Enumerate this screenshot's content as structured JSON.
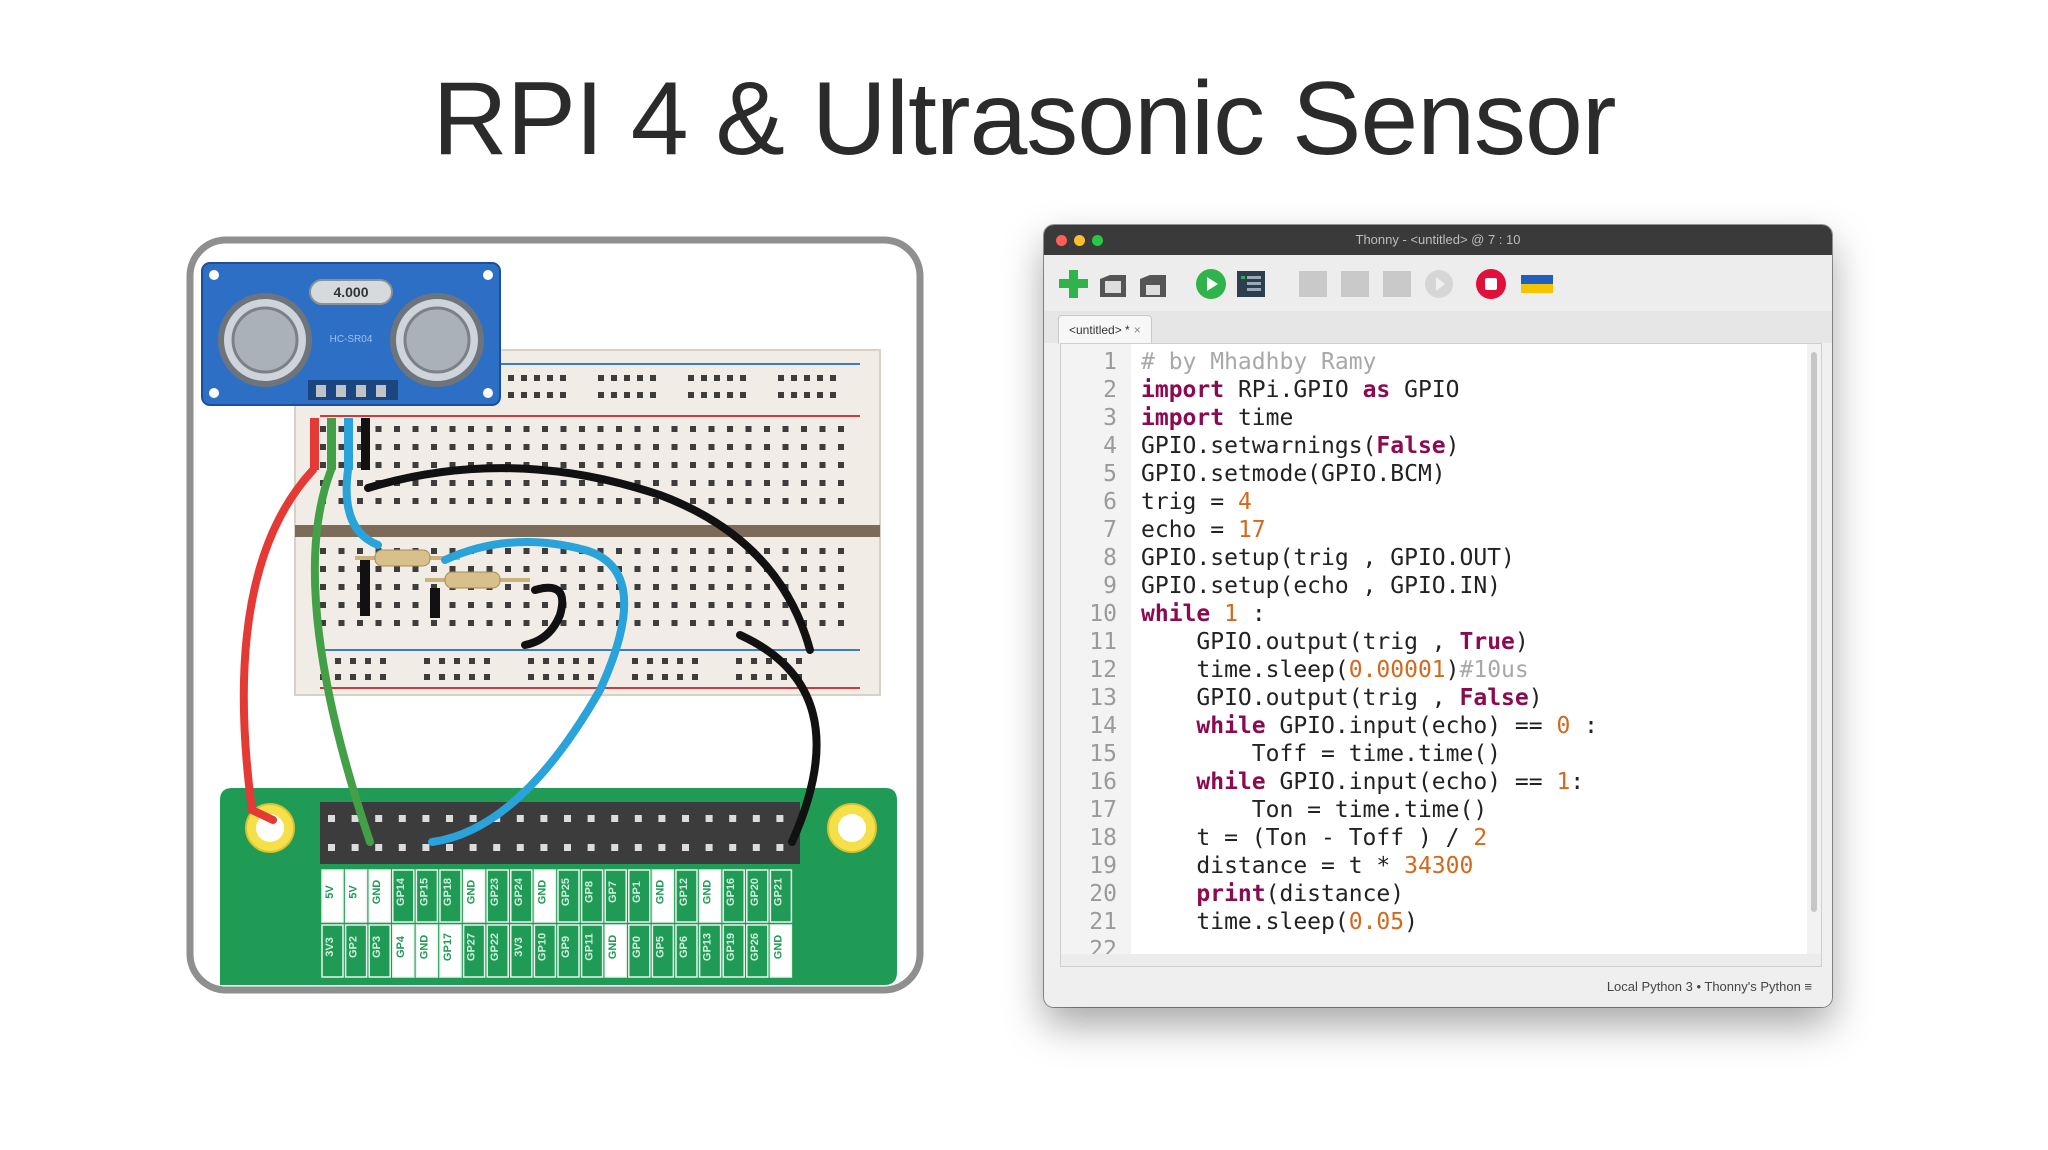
{
  "slide": {
    "title": "RPI 4 & Ultrasonic Sensor"
  },
  "sensor": {
    "display_value": "4.000",
    "model": "HC-SR04"
  },
  "pi_header": {
    "top_labels": [
      "5V",
      "5V",
      "GND",
      "GP14",
      "GP15",
      "GP18",
      "GND",
      "GP23",
      "GP24",
      "GND",
      "GP25",
      "GP8",
      "GP7",
      "GP1",
      "GND",
      "GP12",
      "GND",
      "GP16",
      "GP20",
      "GP21"
    ],
    "bottom_labels": [
      "3V3",
      "GP2",
      "GP3",
      "GP4",
      "GND",
      "GP17",
      "GP27",
      "GP22",
      "3V3",
      "GP10",
      "GP9",
      "GP11",
      "GND",
      "GP0",
      "GP5",
      "GP6",
      "GP13",
      "GP19",
      "GP26",
      "GND"
    ],
    "highlighted": [
      "5V",
      "GP4",
      "GP17",
      "GND"
    ]
  },
  "wire_colors": {
    "red": "#e53935",
    "green": "#43a047",
    "blue": "#29a3d9",
    "black": "#111111"
  },
  "thonny": {
    "window_title": "Thonny  -  <untitled>  @  7 : 10",
    "tab_label": "<untitled> *",
    "tab_close": "×",
    "status": "Local Python 3  •  Thonny's Python  ≡",
    "toolbar": [
      "new-file-icon",
      "open-file-icon",
      "save-file-icon",
      "run-icon",
      "debug-icon",
      "step-over-icon",
      "step-into-icon",
      "step-out-icon",
      "resume-icon",
      "stop-icon",
      "flag-icon"
    ],
    "code_lines": [
      [
        {
          "t": "# by Mhadhby Ramy",
          "c": "cmt"
        }
      ],
      [
        {
          "t": "import",
          "c": "kw"
        },
        {
          "t": " RPi.GPIO ",
          "c": ""
        },
        {
          "t": "as",
          "c": "kw"
        },
        {
          "t": " GPIO",
          "c": ""
        }
      ],
      [
        {
          "t": "import",
          "c": "kw"
        },
        {
          "t": " time",
          "c": ""
        }
      ],
      [
        {
          "t": "GPIO.setwarnings(",
          "c": ""
        },
        {
          "t": "False",
          "c": "kw"
        },
        {
          "t": ")",
          "c": ""
        }
      ],
      [
        {
          "t": "GPIO.setmode(GPIO.BCM)",
          "c": ""
        }
      ],
      [
        {
          "t": "trig = ",
          "c": ""
        },
        {
          "t": "4",
          "c": "num"
        }
      ],
      [
        {
          "t": "echo = ",
          "c": ""
        },
        {
          "t": "17",
          "c": "num"
        }
      ],
      [
        {
          "t": "GPIO.setup(trig , GPIO.OUT)",
          "c": ""
        }
      ],
      [
        {
          "t": "GPIO.setup(echo , GPIO.IN)",
          "c": ""
        }
      ],
      [
        {
          "t": "while",
          "c": "kw"
        },
        {
          "t": " ",
          "c": ""
        },
        {
          "t": "1",
          "c": "num"
        },
        {
          "t": " :",
          "c": ""
        }
      ],
      [
        {
          "t": "    GPIO.output(trig , ",
          "c": ""
        },
        {
          "t": "True",
          "c": "kw"
        },
        {
          "t": ")",
          "c": ""
        }
      ],
      [
        {
          "t": "    time.sleep(",
          "c": ""
        },
        {
          "t": "0.00001",
          "c": "num"
        },
        {
          "t": ")",
          "c": ""
        },
        {
          "t": "#10us",
          "c": "cmt"
        }
      ],
      [
        {
          "t": "    GPIO.output(trig , ",
          "c": ""
        },
        {
          "t": "False",
          "c": "kw"
        },
        {
          "t": ")",
          "c": ""
        }
      ],
      [
        {
          "t": "    ",
          "c": ""
        },
        {
          "t": "while",
          "c": "kw"
        },
        {
          "t": " GPIO.input(echo) == ",
          "c": ""
        },
        {
          "t": "0",
          "c": "num"
        },
        {
          "t": " :",
          "c": ""
        }
      ],
      [
        {
          "t": "        Toff = time.time()",
          "c": ""
        }
      ],
      [
        {
          "t": "    ",
          "c": ""
        },
        {
          "t": "while",
          "c": "kw"
        },
        {
          "t": " GPIO.input(echo) == ",
          "c": ""
        },
        {
          "t": "1",
          "c": "num"
        },
        {
          "t": ":",
          "c": ""
        }
      ],
      [
        {
          "t": "        Ton = time.time()",
          "c": ""
        }
      ],
      [
        {
          "t": "    t = (Ton - Toff ) / ",
          "c": ""
        },
        {
          "t": "2",
          "c": "num"
        }
      ],
      [
        {
          "t": "    distance = t * ",
          "c": ""
        },
        {
          "t": "34300",
          "c": "num"
        }
      ],
      [
        {
          "t": "    ",
          "c": ""
        },
        {
          "t": "print",
          "c": "kw"
        },
        {
          "t": "(distance)",
          "c": ""
        }
      ],
      [
        {
          "t": "    time.sleep(",
          "c": ""
        },
        {
          "t": "0.05",
          "c": "num"
        },
        {
          "t": ")",
          "c": ""
        }
      ],
      [
        {
          "t": "",
          "c": ""
        }
      ]
    ]
  }
}
